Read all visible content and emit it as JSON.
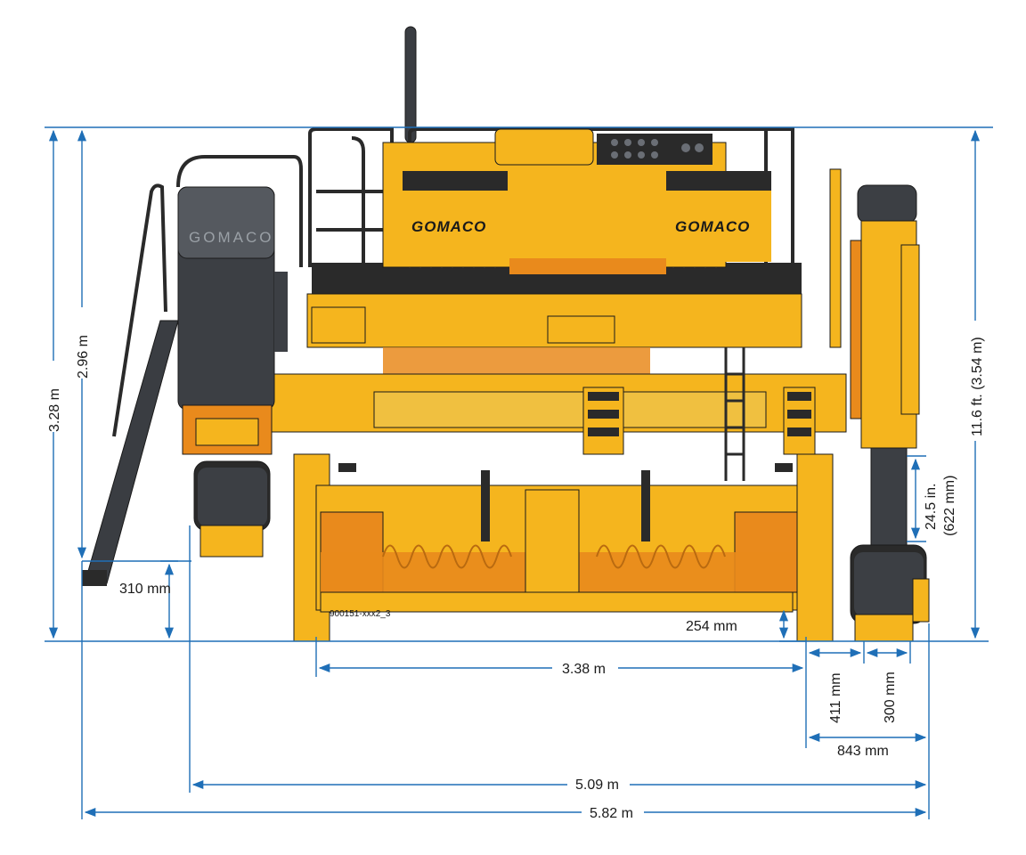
{
  "drawing": {
    "ref_code": "900151-xxx2_3",
    "brand_labels": [
      "GOMACO",
      "GOMACO"
    ],
    "hopper_label": "GOMACO",
    "colors": {
      "dimension_line": "#1f6fb7",
      "machine_yellow": "#f5b51e",
      "machine_orange": "#e98a1c",
      "machine_dark": "#2a2a2a",
      "track_grey": "#3c3f44"
    }
  },
  "dimensions": {
    "overall_height": "3.28 m",
    "height_to_platform": "2.96 m",
    "height_ft": "11.6 ft. (3.54 m)",
    "ladder_clearance": "310 mm",
    "leg_travel": "24.5 in.",
    "leg_travel_mm": "(622 mm)",
    "ground_clearance": "254 mm",
    "mold_width": "3.38 m",
    "offset_a": "411 mm",
    "track_width": "300 mm",
    "offset_total": "843 mm",
    "track_span": "5.09 m",
    "overall_width": "5.82 m"
  }
}
